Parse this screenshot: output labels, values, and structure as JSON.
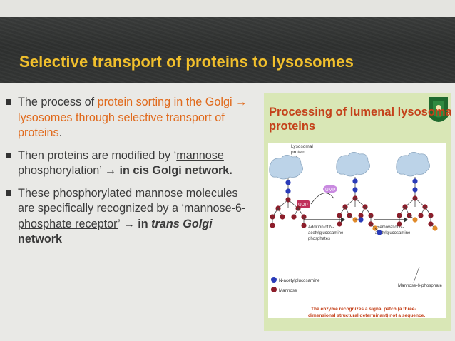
{
  "slide": {
    "title": "Selective transport of proteins to lysosomes",
    "bullets": [
      {
        "b1_t1": "The process of ",
        "b1_t2": "protein sorting in the Golgi",
        "b1_t3": " ",
        "b1_arrow": "→",
        "b1_t4": " lysosomes through selective transport of proteins",
        "b1_t5": "."
      },
      {
        "b2_t1": "Then proteins are modified by ‘",
        "b2_t2": "mannose phosphorylation",
        "b2_t3": "’ ",
        "b2_arrow": "→",
        "b2_t4": " in cis Golgi network."
      },
      {
        "b3_t1": "These phosphorylated mannose molecules are specifically recognized by a ‘",
        "b3_t2": "mannose-6-phosphate receptor",
        "b3_t3": "’ ",
        "b3_arrow": "→",
        "b3_t4": " in ",
        "b3_t5": "trans Golgi",
        "b3_t6": " network"
      }
    ]
  },
  "figure": {
    "title_line1": "Processing of lumenal lysosomal",
    "title_line2": "proteins",
    "label_lysosomal": "Lysosomal",
    "label_protein": "protein",
    "label_udp": "UDP",
    "label_ump": "UMP",
    "addition_1": "Addition of N-",
    "addition_2": "acetylglucosamine",
    "addition_3": "phosphates",
    "removal_1": "Removal of N-",
    "removal_2": "acetylglucosamine",
    "legend_nacetyl": "N-acetylglucosamine",
    "legend_mannose": "Mannose",
    "m6p": "Mannose-6-phosphate",
    "caption_1": "The enzyme recognizes a signal patch (a three-",
    "caption_2": "dimensional structural determinant) not a sequence.",
    "colors": {
      "nacetyl": "#2a3bb8",
      "mannose": "#8c1d2a",
      "phosphate": "#e08a2a",
      "protein": "#bcd3e8",
      "title": "#c4411a",
      "udp": "#c0305a",
      "ump": "#b070d0"
    }
  }
}
